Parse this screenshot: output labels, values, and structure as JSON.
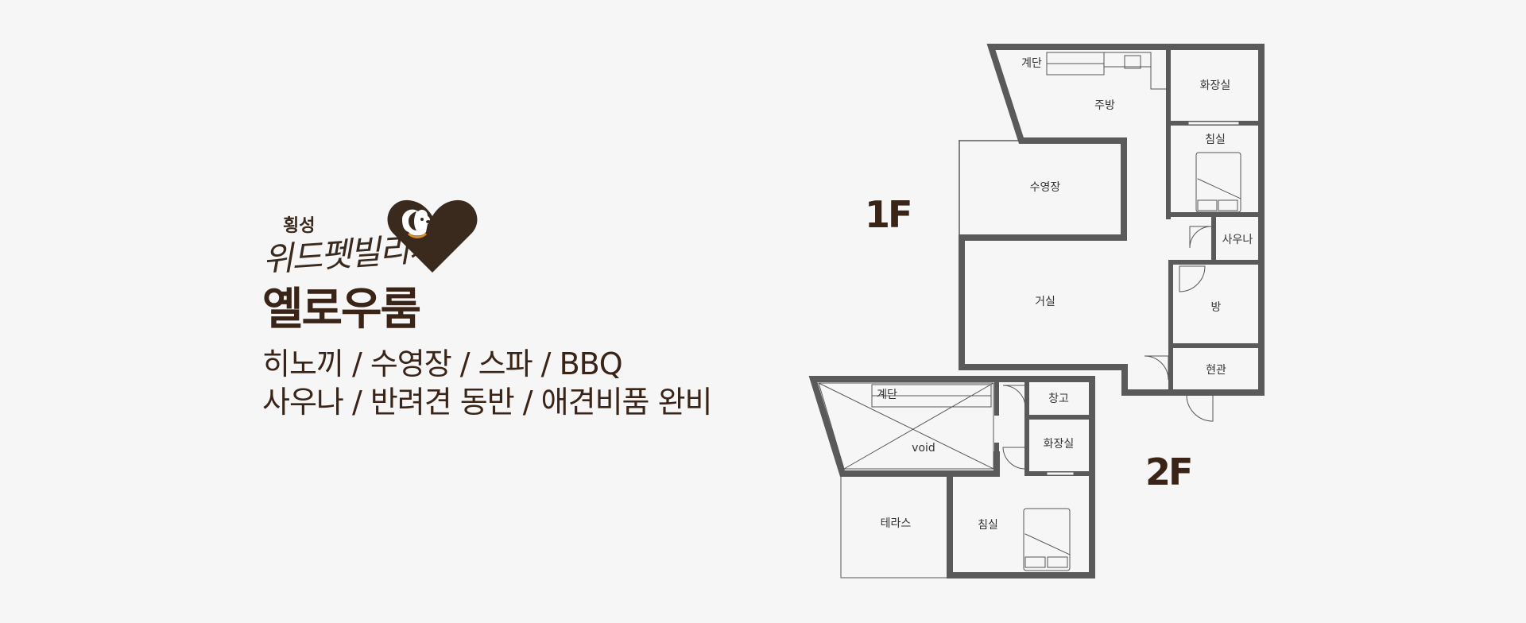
{
  "brand": {
    "region": "횡성",
    "name": "위드펫빌리지",
    "heart_color": "#3a2a1e"
  },
  "room_title": "옐로우룸",
  "features": [
    "히노끼 / 수영장 / 스파 / BBQ",
    "사우나 / 반려견 동반 / 애견비품 완비"
  ],
  "floor_plan": {
    "wall_color": "#5a5a5a",
    "floors": {
      "first": "1F",
      "second": "2F"
    },
    "rooms_1f": {
      "stairs": "계단",
      "kitchen": "주방",
      "bathroom": "화장실",
      "bedroom": "침실",
      "pool": "수영장",
      "living": "거실",
      "sauna": "사우나",
      "room": "방",
      "entrance": "현관"
    },
    "rooms_2f": {
      "stairs": "계단",
      "void": "void",
      "storage": "창고",
      "bathroom": "화장실",
      "terrace": "테라스",
      "bedroom": "침실"
    }
  }
}
